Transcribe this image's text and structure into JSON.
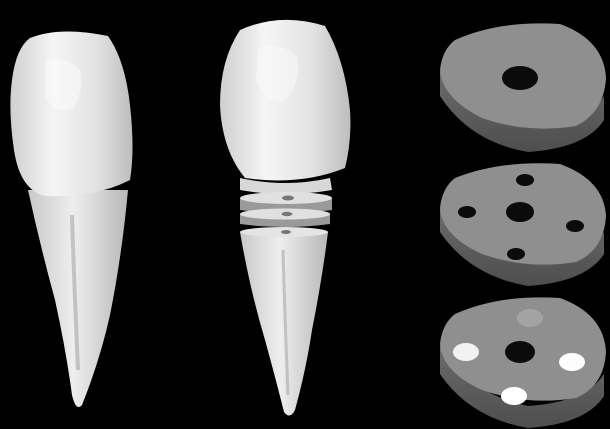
{
  "figure": {
    "background_color": "#000000",
    "tooth_color": "#e6e6e6",
    "tooth_shadow_color": "#bdbdbd",
    "disc_top_color": "#8f8f8f",
    "disc_side_color": "#5f5f5f",
    "hole_color": "#0b0b0b",
    "filled_hole_colors": [
      "#ffffff",
      "#f2f2f2",
      "#fdfdfd",
      "#a3a3a3"
    ],
    "icons": [
      "intact-tooth",
      "sectioned-tooth",
      "disc-single-hole",
      "disc-five-holes",
      "disc-filled-holes"
    ]
  }
}
